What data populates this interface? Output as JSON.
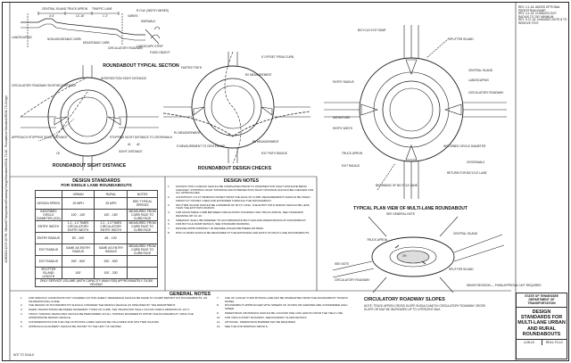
{
  "sidebar_text": {
    "line1": "1/28/2016 12:07:40 PM",
    "line2": "\\\\Bidwell\\Transportation\\Roadway Design\\Standards\\RD11-TS-10 - Roundabout Standards\\RD11-TS-10.dgn"
  },
  "typical_section": {
    "title": "ROUNDABOUT TYPICAL SECTION",
    "labels": [
      "CENTRAL ISLAND",
      "TRUCK APRON",
      "TRAFFIC LANE",
      "R.O.W. (WIDTH VARIES)",
      "LANDSCAPE STRIP",
      "SIDEWALK",
      "LANDSCAPING",
      "FIXED OBJECT",
      "NON-MOUNTABLE CURB",
      "MOUNTABLE CURB",
      "CIRCULATORY ROADWAY",
      "4'-6'",
      "12'-16'",
      "1'-2'",
      "VARIES"
    ]
  },
  "sight_distance": {
    "title": "ROUNDABOUT SIGHT DISTANCE",
    "labels": [
      "CIRCULATORY ROADWAY SIGHTING DISTANCE",
      "INTERSECTION SIGHT DISTANCE",
      "APPROACH STOPPING SIGHT DISTANCE",
      "STOPPING SIGHT DISTANCE TO CROSSWALK",
      "SIGHT DISTANCE",
      "d1",
      "d2",
      "15'"
    ]
  },
  "design_checks": {
    "title": "ROUNDABOUT DESIGN CHECKS",
    "labels": [
      "FASTEST PATH",
      "R1 MEASUREMENT",
      "R2 MEASUREMENT",
      "R3 MEASUREMENT",
      "5' MEASUREMENT TO CENTERLINE",
      "5' OFFSET FROM CURB",
      "EXIT PATH RADIUS"
    ]
  },
  "multilane": {
    "title": "TYPICAL PLAN VIEW OF MULTI-LANE ROUNDABOUT",
    "subtitle": "SEE GENERAL NOTE",
    "labels": [
      "BICYCLE EXIT RAMP",
      "CENTRAL ISLAND",
      "LANDSCAPING",
      "CIRCULATORY ROADWAY",
      "ENTRY RADIUS",
      "SPLITTER ISLAND",
      "TRUCK APRON",
      "EXIT RADIUS",
      "INSCRIBED CIRCLE DIAMETER",
      "CROSSWALK",
      "RETURN FOR BICYCLE LANE",
      "BEGINNING OF BICYCLE LANE",
      "DEPARTURE",
      "ENTRY WIDTH"
    ]
  },
  "design_standards": {
    "title": "DESIGN STANDARDS",
    "subtitle": "FOR SINGLE LANE ROUNDABOUTS",
    "headers": [
      "",
      "URBAN",
      "RURAL",
      "NOTES"
    ],
    "rows": [
      [
        "DESIGN SPEED",
        "20 MPH",
        "25 MPH",
        "SEE TYPICAL SPEEDS"
      ],
      [
        "INSCRIBED CIRCLE DIAMETER (ICD)",
        "100' - 130'",
        "100' - 150'",
        "MEASURED FROM CURB FACE TO CURB FACE"
      ],
      [
        "ENTRY WIDTH",
        "1.2 - 1.3 TIMES CIRCULATORY ENTRY WIDTH",
        "1.2 - 1.3 TIMES CIRCULATORY ENTRY WIDTH",
        "MEASURED FROM CURB FACE TO CURB FACE"
      ],
      [
        "ENTRY RADIUS",
        "50' - 100'",
        "65' - 100'",
        ""
      ],
      [
        "EXIT RADIUS",
        "SAME AS ENTRY RADIUS",
        "SAME AS ENTRY RADIUS",
        "MEASURED FROM CURB FACE TO CURB FACE"
      ],
      [
        "EXIT RADIUS",
        "200' - 500'",
        "200' - 500'",
        ""
      ],
      [
        "SPLITTER ISLAND LENGTH",
        "100'",
        "100' - 200'",
        ""
      ]
    ],
    "footer": "ONLY SERVICE VOLUME (WITH CAPACITY ANALYSIS) APPROXIMATELY 20,000 VEH/DAY"
  },
  "design_notes": {
    "title": "DESIGN NOTES",
    "notes": [
      {
        "n": "1.",
        "t": "FASTEST PATH CHECKS SHOULD BE COMPLETED PRIOR TO INTERSECTION SIGHT DISTANCE BEING CHECKED. STOPPING SIGHT DISTANCE AND INTERSECTION SIGHT DISTANCE SHOULD BE CHECKED FOR ALL APPROACHES."
      },
      {
        "n": "2.",
        "t": "CONSTRUCT A 5-FT MINIMUM OFFSET FROM THE FACE OF CURB. MEASUREMENTS SHOULD BE TAKEN FROM 5 FT OFFSET LINES AND EXTENDED THROUGH THE ROUNDABOUT."
      },
      {
        "n": "3.",
        "t": "SPLITTER ISLAND SHOULD BE A MINIMUM OF 50 FT LONG. THE ENTRY PATH RADIUS SHOULD BE LESS THAN THE EXIT PATH RADIUS."
      },
      {
        "n": "4.",
        "t": "FOR MOUNTABLE CURB BETWEEN CIRCULATORY ROADWAY AND TRUCK APRON, SEE STANDARD DRAWING RP-VC-10."
      },
      {
        "n": "5.",
        "t": "SIDEWALK SHALL BE WIDENED TO ACCOMMODATE BICYCLES AND PEDESTRIANS AT ROUNDABOUT."
      },
      {
        "n": "6.",
        "t": "FOR BICYCLE RAMP DETAILS, SEE STANDARD DRAWING."
      },
      {
        "n": "7.",
        "t": "ENSURE APPROXIMATELY 90 DEGREE ANGLES BETWEEN ENTRIES."
      },
      {
        "n": "8.",
        "t": "PATH CURVES SHOULD BE MEASURED AT THE ENTRANCE AND EXITS OF MULTI-LANE ROUNDABOUTS."
      }
    ]
  },
  "general_notes": {
    "title": "GENERAL NOTES",
    "col1": [
      {
        "n": "1.",
        "t": "FOR SPECIFIC CONDITIONS NOT COVERED ON THIS SHEET, REFERENCE SHOULD BE MADE TO NCHRP REPORT 672 ROUNDABOUTS: AN INFORMATIONAL GUIDE."
      },
      {
        "n": "2.",
        "t": "THE DESIGN OF ROUNDABOUTS SHOULD CONSIDER THE DESIGN VEHICLE AS SPECIFIED BY THE DEPARTMENT."
      },
      {
        "n": "3.",
        "t": "WHEN TRANSITIONING BETWEEN DIFFERENT TYPES OF CURB, THE TRANSITION SHALL OCCUR OVER A MINIMUM OF 10 FT."
      },
      {
        "n": "4.",
        "t": "TRUCK TURNING TEMPLATES SHOULD BE PERFORMED ON ALL TURNING MOVEMENTS WITHIN THE ROUNDABOUT USING THE APPROPRIATE DESIGN VEHICLE."
      },
      {
        "n": "5.",
        "t": "CONSIDERATION FOR THE USE OF BYPASS LANES SHOULD BE FOLLOWED FOR SPLITTER ISLANDS."
      },
      {
        "n": "6.",
        "t": "APPROACH ALIGNMENT SHOULD BE OFFSET TO THE LEFT OF CENTER."
      }
    ],
    "col2": [
      {
        "n": "7.",
        "t": "USE OF A RIGHT-TURN BYPASS LANE MAY BE WARRANTED FROM THE ROUNDABOUT TRAFFIC MODEL."
      },
      {
        "n": "8.",
        "t": "ROUNDABOUT APPROACHES WITH SPEEDS OF 40 MPH OR GREATER ARE CONSIDERED HIGH SPEED."
      },
      {
        "n": "9.",
        "t": "PEDESTRIAN CROSSINGS SHOULD BE LOCATED ONE CAR LENGTH FROM THE YIELD LINE."
      },
      {
        "n": "10.",
        "t": "FOR CIRCULATORY ROADWAY, SEE ROADWAY SLOPE DETAILS."
      },
      {
        "n": "11.",
        "t": "OPTIONAL: PEDESTRIAN BARRIER MAY BE REQUIRED."
      },
      {
        "n": "12.",
        "t": "SEE THE FOR MARKING DETAILS."
      }
    ]
  },
  "slopes": {
    "title": "CIRCULATORY ROADWAY SLOPES",
    "note": "NOTE: TRUCK APRON CROSS SLOPE SHOULD MATCH CIRCULATORY ROADWAY CROSS SLOPE OR MAY BE INCREASED UP TO 4 PERCENT MAX.",
    "labels": [
      "TRUCK APRON",
      "CENTRAL ISLAND",
      "2%",
      "SPLITTER ISLAND",
      "CIRCULATORY ROADWAY",
      "SEE NOTE"
    ]
  },
  "revisions": {
    "lines": [
      "REV. 2-1-16: ADDED OPTIONAL PEDESTRIAN RAMP.",
      "REV. 4-1-16: CHANGED EXIT RADIUS TO 200' MINIMUM.",
      "REV. 9-27-16: CHANGED NOTE 8 TO REMOVE TEXT."
    ],
    "minor_revision": "MINOR REVISION — FHWA APPROVAL NOT REQUIRED"
  },
  "title_block": {
    "agency": "STATE OF TENNESSEE DEPARTMENT OF TRANSPORTATION",
    "title": "DESIGN STANDARDS FOR MULTI-LANE URBAN AND RURAL ROUNDABOUTS",
    "date": "4-28-15",
    "sheet": "RD11-TS-10",
    "scale": "NOT TO SCALE"
  }
}
